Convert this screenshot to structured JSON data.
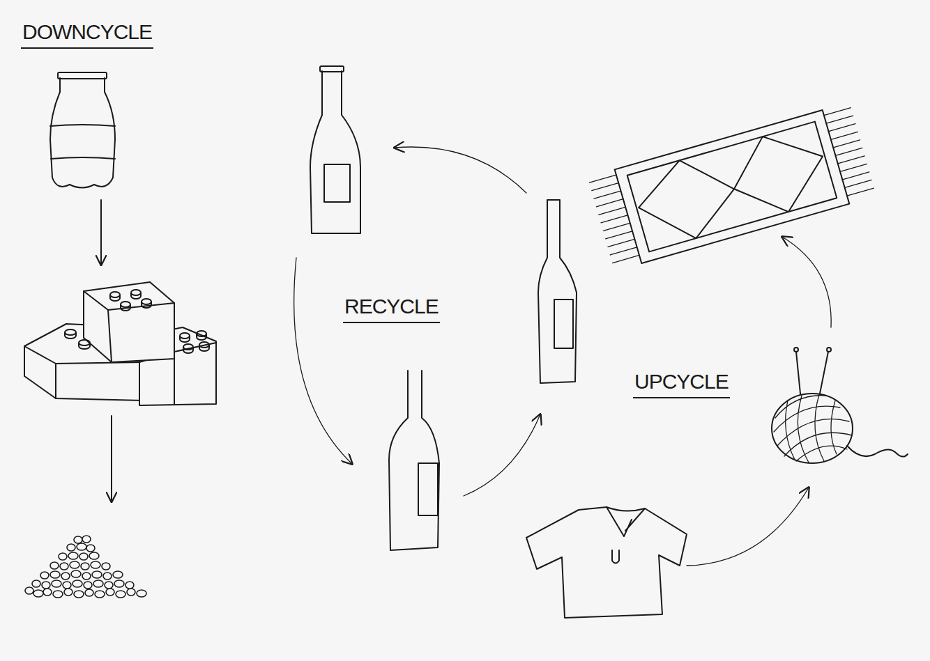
{
  "diagram": {
    "labels": [
      "DOWNCYCLE",
      "RECYCLE",
      "UPCYCLE"
    ]
  }
}
